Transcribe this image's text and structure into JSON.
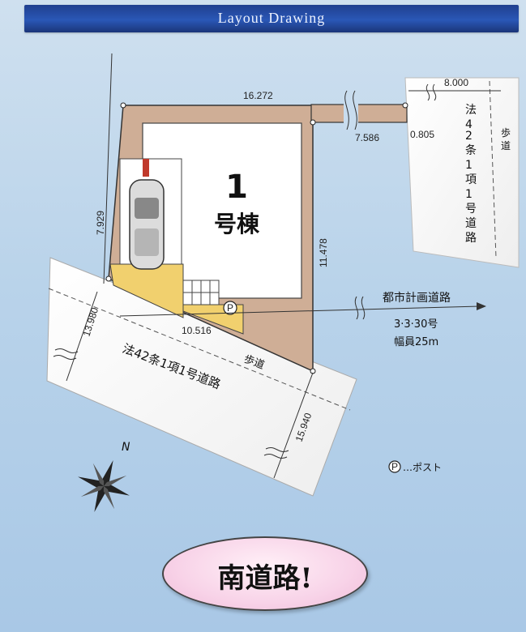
{
  "header": {
    "title": "Layout Drawing"
  },
  "lot": {
    "building_number": "1",
    "building_label": "号棟"
  },
  "dimensions": {
    "top_edge": "16.272",
    "left_edge": "7.929",
    "right_edge": "11.478",
    "bottom_edge": "10.516",
    "access_path": "7.586",
    "access_width": "0.805",
    "road_width_right": "8.000",
    "road_width_south_left": "13.980",
    "road_width_south_right": "15.940"
  },
  "roads": {
    "east_road_label": "法42条1項1号道路",
    "east_sidewalk": "歩道",
    "south_road_label": "法42条1項1号道路",
    "south_sidewalk": "歩道",
    "city_road_label": "都市計画道路",
    "city_road_number": "3·3·30号",
    "city_road_width": "幅員25m"
  },
  "legend": {
    "post_symbol": "P",
    "post_text": "…ポスト"
  },
  "compass": {
    "north_label": "N"
  },
  "banner": {
    "text": "南道路!"
  },
  "colors": {
    "lot_fill": "#cfae96",
    "building_fill": "#ffffff",
    "parking_fill": "#f1d06e",
    "road_fill": "#f6f6f6",
    "header": "#2a57b6",
    "banner": "#f8d3e8"
  }
}
